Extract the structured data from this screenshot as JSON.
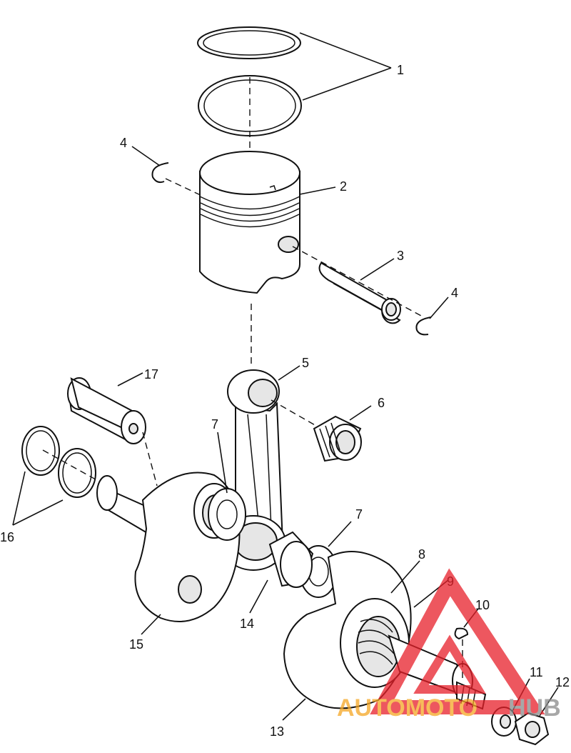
{
  "callouts": [
    "1",
    "2",
    "3",
    "4",
    "4",
    "5",
    "6",
    "7",
    "7",
    "8",
    "9",
    "10",
    "11",
    "12",
    "13",
    "14",
    "15",
    "16",
    "17"
  ],
  "watermark": {
    "text_left": "AUTOMOTO",
    "text_right": "HUB",
    "color_left": "#f5a623",
    "color_right": "#8a8a8a",
    "logo_color": "#e8202a"
  }
}
